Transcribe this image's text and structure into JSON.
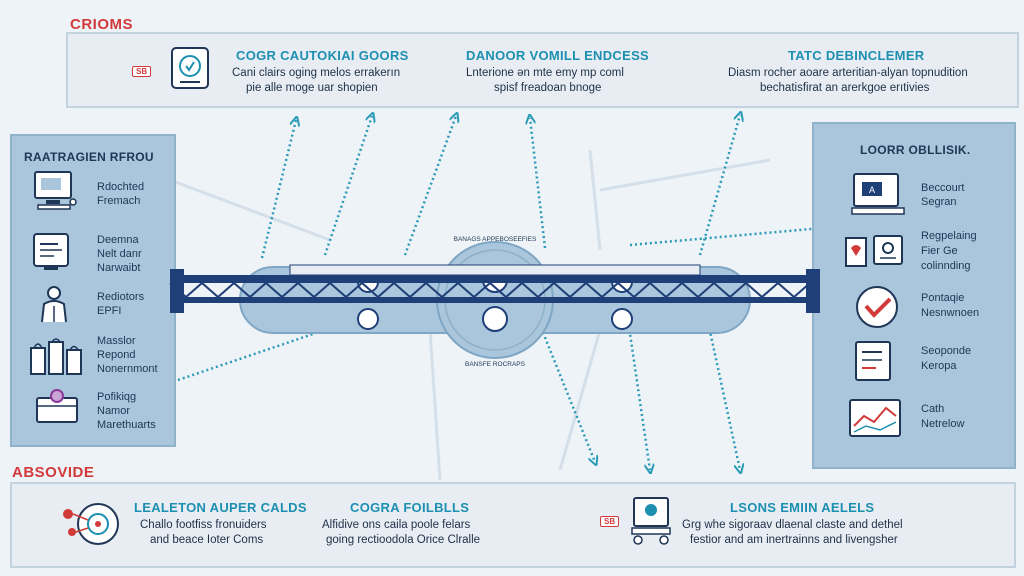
{
  "top_section": {
    "label": "CRIOMS",
    "col1": {
      "tag": "SB",
      "title": "COGR CAUTOKIAI GOORS",
      "line1": "Cani clairs oging melos errakerın",
      "line2": "pie alle moge uar shopien"
    },
    "col2": {
      "title": "DANOOR VOMILL ENDCESS",
      "line1": "Lnterione ən mte emy mp coml",
      "line2": "spisf freadoan bnoge"
    },
    "col3": {
      "title": "TATC DEBINCLEMER",
      "line1": "Diasm rocher aoare arteritian-alyan topnudition",
      "line2": "bechatisfirat an arerkgoe erıtivies"
    }
  },
  "left_panel": {
    "title": "RAATRAGIEN RFROU",
    "items": [
      {
        "line1": "Rdochted",
        "line2": "Fremach",
        "line3": ""
      },
      {
        "line1": "Deemna",
        "line2": "Nelt danr",
        "line3": "Narwaibt"
      },
      {
        "line1": "Rediotors",
        "line2": "EPFI",
        "line3": ""
      },
      {
        "line1": "Masslor",
        "line2": "Repond",
        "line3": "Nonernmont"
      },
      {
        "line1": "Pofikiqg",
        "line2": "Namor",
        "line3": "Marethuarts"
      }
    ]
  },
  "right_panel": {
    "title": "LOORR OBLLISIK.",
    "items": [
      {
        "line1": "Beccourt",
        "line2": "Segran",
        "line3": ""
      },
      {
        "line1": "Regpelaing",
        "line2": "Fier Ge",
        "line3": "colinnding"
      },
      {
        "line1": "Pontaqie",
        "line2": "Nesnwnoen",
        "line3": ""
      },
      {
        "line1": "Seoponde",
        "line2": "Keropa",
        "line3": ""
      },
      {
        "line1": "Cath",
        "line2": "Netrelow",
        "line3": ""
      }
    ]
  },
  "bridge": {
    "top_caption": "BANAGS APPEBOSEEFIES",
    "bottom_caption": "BANSFE ROCRAPS"
  },
  "bottom_section": {
    "label": "ABSOVIDE",
    "col1": {
      "title": "LEALETON AUPER CALDS",
      "line1": "Challo footfiss fronuiders",
      "line2": "and beace Ioter Coms"
    },
    "col2": {
      "title": "COGRA FOILBLLS",
      "line1": "Alfidive ons caila poole felars",
      "line2": "going rectioodola Orice Clralle"
    },
    "col3": {
      "tag": "SB",
      "title": "LSONS EMIIN AELELS",
      "line1": "Grg whe sigoraav dlaenal claste and dethel",
      "line2": "festior and am inertrainns and livengsher"
    }
  },
  "colors": {
    "accent_red": "#d23a3a",
    "title_teal": "#1d8fb0",
    "bridge_navy": "#1f3f78",
    "panel_blue": "#a9c6dc",
    "arrow_teal": "#2a9ab7"
  }
}
